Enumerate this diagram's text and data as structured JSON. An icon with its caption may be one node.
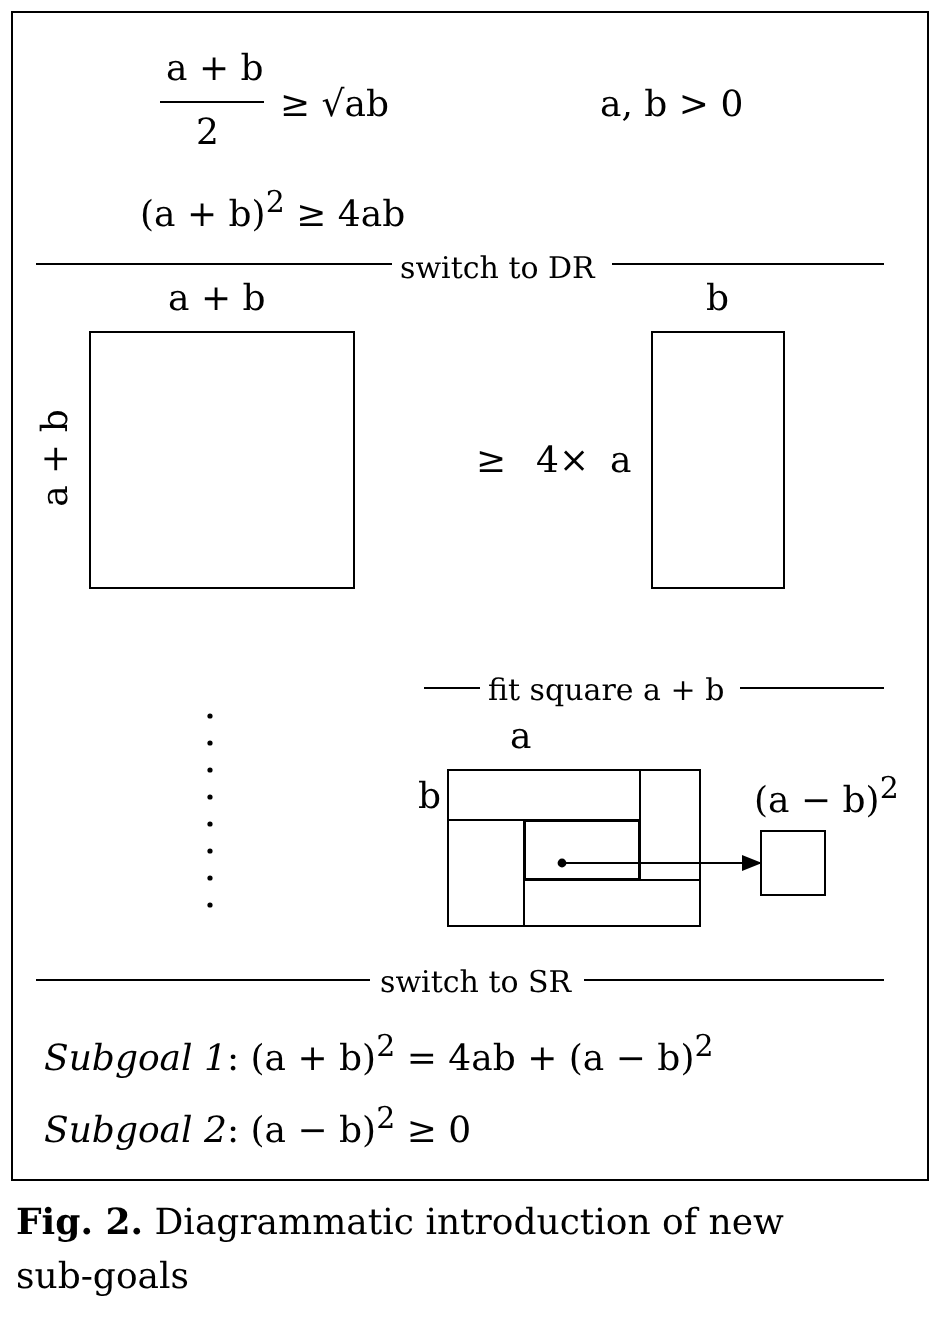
{
  "diagram": {
    "caption": "**Fig. 2.** Diagrammatic introduction of new sub-goals",
    "nodes": [
      {
        "text": [],
        "shape": "box"
      },
      {
        "text": [],
        "shape": "box",
        "beside": [
          "(a − b)$^{2}$"
        ]
      }
    ],
    "edges": [
      {
        "from": 0,
        "to": 1,
        "arrow": "to"
      }
    ],
    "labels": [
      "a + b",
      "2",
      "≥ √ab",
      "a, b > 0",
      "(a + b)$^{2}$ ≥ 4ab",
      "switch to DR",
      "a + b",
      "b",
      "a + b",
      "≥",
      "4×",
      "a",
      "fit square a + b",
      "a",
      "b",
      "switch to SR",
      "*Subgoal 1*:  (a + b)$^{2}$ = 4ab + (a − b)$^{2}$",
      "*Subgoal 2*:  (a − b)$^{2}$ ≥ 0"
    ]
  }
}
